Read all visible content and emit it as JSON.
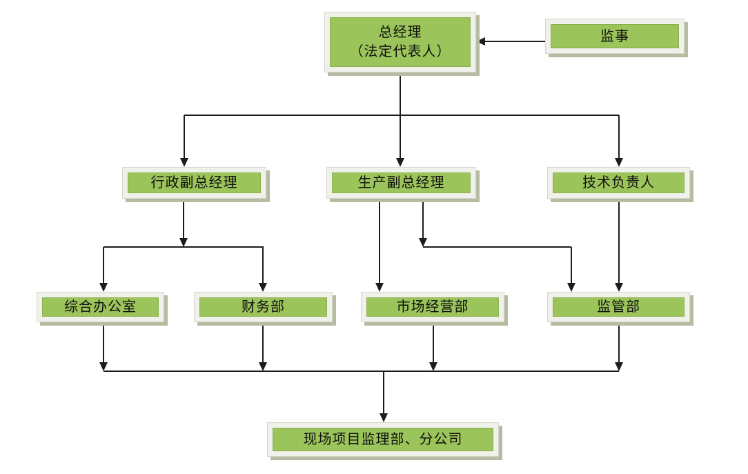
{
  "diagram": {
    "type": "org-chart",
    "colors": {
      "box_fill": "#9bc45a",
      "box_frame": "#f1f1ec",
      "box_shadow": "#b6bca2",
      "connector": "#1c1c1c"
    },
    "nodes": {
      "general_manager": {
        "line1": "总经理",
        "line2": "（法定代表人）"
      },
      "supervisor": {
        "label": "监事"
      },
      "admin_deputy_gm": {
        "label": "行政副总经理"
      },
      "production_deputy_gm": {
        "label": "生产副总经理"
      },
      "technical_director": {
        "label": "技术负责人"
      },
      "general_office": {
        "label": "综合办公室"
      },
      "finance_dept": {
        "label": "财务部"
      },
      "market_dept": {
        "label": "市场经营部"
      },
      "regulation_dept": {
        "label": "监管部"
      },
      "site_supervision": {
        "label": "现场项目监理部、分公司"
      }
    },
    "edges": [
      {
        "from": "监事",
        "to": "总经理（法定代表人）"
      },
      {
        "from": "总经理（法定代表人）",
        "to": "行政副总经理"
      },
      {
        "from": "总经理（法定代表人）",
        "to": "生产副总经理"
      },
      {
        "from": "总经理（法定代表人）",
        "to": "技术负责人"
      },
      {
        "from": "行政副总经理",
        "to": "综合办公室"
      },
      {
        "from": "行政副总经理",
        "to": "财务部"
      },
      {
        "from": "生产副总经理",
        "to": "市场经营部"
      },
      {
        "from": "生产副总经理",
        "to": "监管部"
      },
      {
        "from": "技术负责人",
        "to": "监管部"
      },
      {
        "from": "综合办公室",
        "to": "现场项目监理部、分公司"
      },
      {
        "from": "财务部",
        "to": "现场项目监理部、分公司"
      },
      {
        "from": "市场经营部",
        "to": "现场项目监理部、分公司"
      },
      {
        "from": "监管部",
        "to": "现场项目监理部、分公司"
      }
    ]
  }
}
